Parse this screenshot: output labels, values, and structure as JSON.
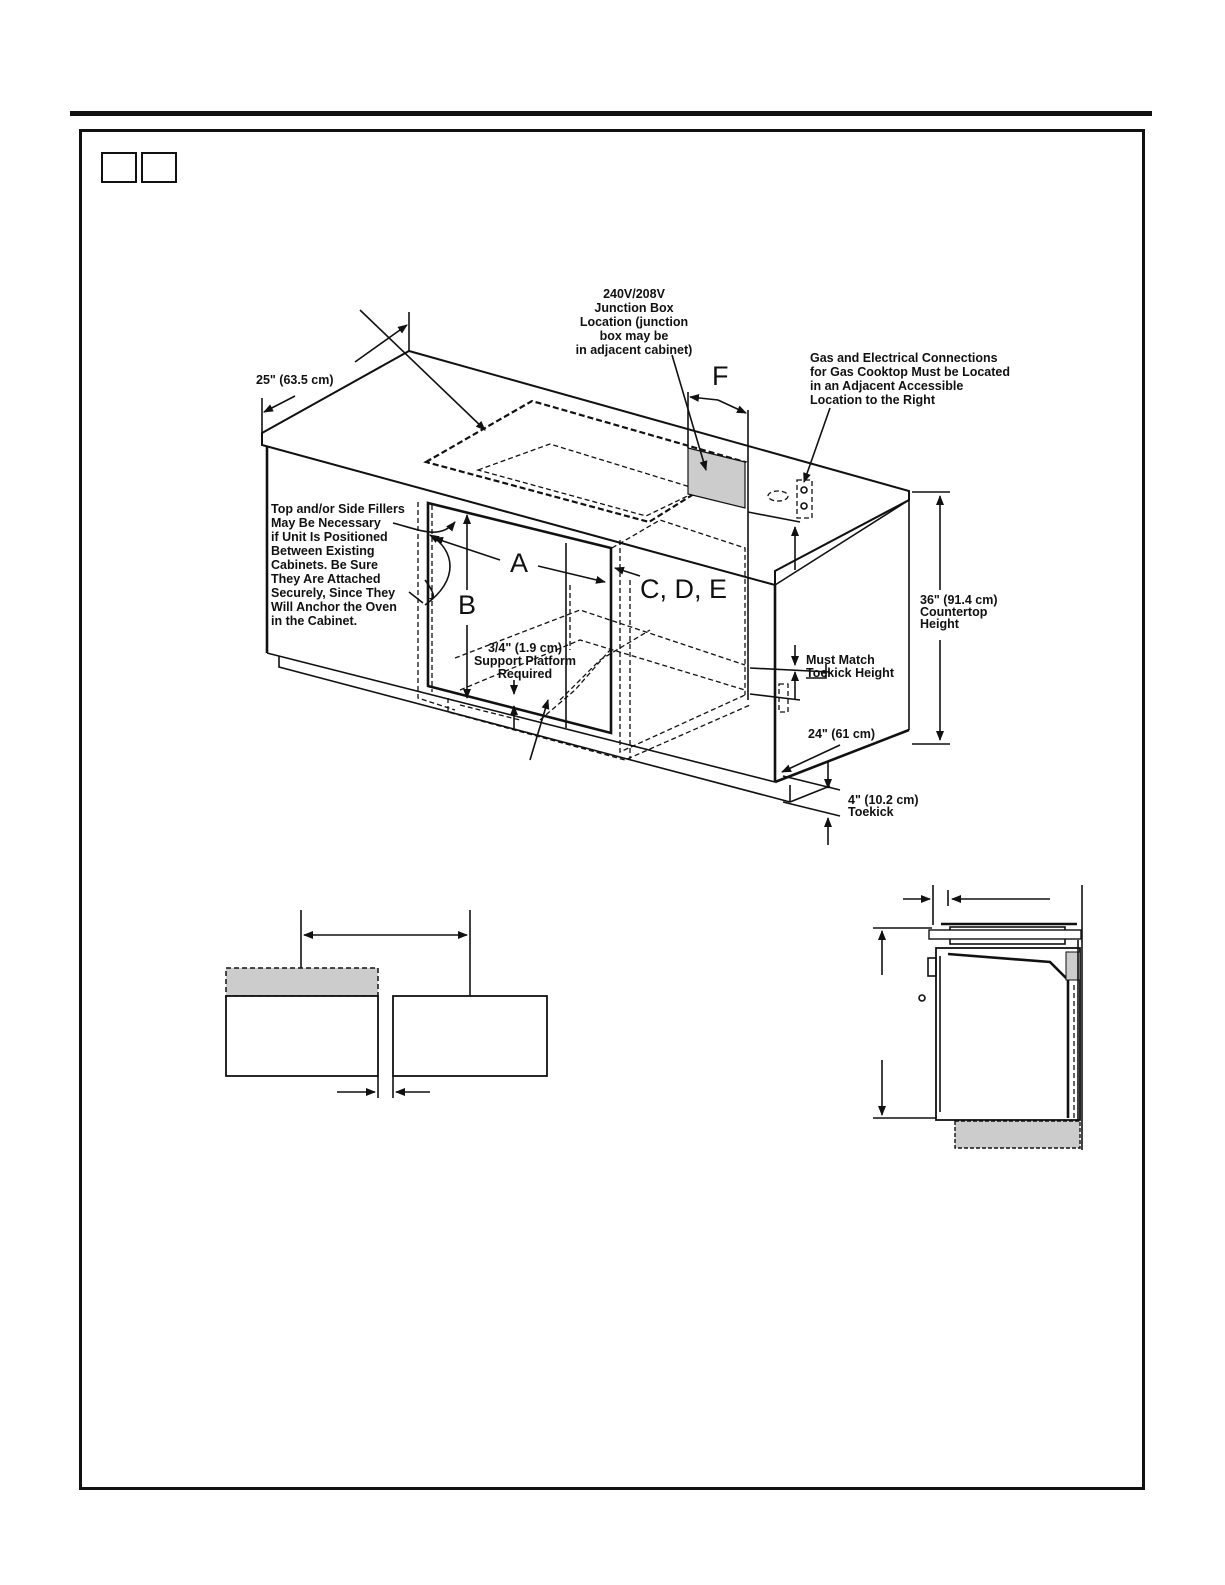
{
  "labels": {
    "depth": "25\" (63.5 cm)",
    "junction_box": [
      "240V/208V",
      "Junction Box",
      "Location (junction",
      "box may be",
      "in adjacent cabinet)"
    ],
    "gas_electrical": [
      "Gas and Electrical Connections",
      "for Gas Cooktop Must be Located",
      "in an Adjacent Accessible",
      "Location to the Right"
    ],
    "fillers": [
      "Top and/or Side Fillers",
      "May Be Necessary",
      "if Unit Is Positioned",
      "Between Existing",
      "Cabinets. Be Sure",
      "They Are Attached",
      "Securely, Since They",
      "Will Anchor the Oven",
      "in the Cabinet."
    ],
    "platform": [
      "3/4\" (1.9 cm)",
      "Support Platform",
      "Required"
    ],
    "countertop": [
      "36\" (91.4 cm)",
      "Countertop",
      "Height"
    ],
    "toekick_match": [
      "Must Match",
      "Toekick Height"
    ],
    "cabinet_depth": "24\" (61 cm)",
    "toekick": [
      "4\" (10.2 cm)",
      "Toekick"
    ]
  },
  "dimension_letters": {
    "a": "A",
    "b": "B",
    "cde": "C, D, E",
    "f": "F"
  },
  "colors": {
    "ink": "#111111",
    "shade": "#cccccc"
  }
}
